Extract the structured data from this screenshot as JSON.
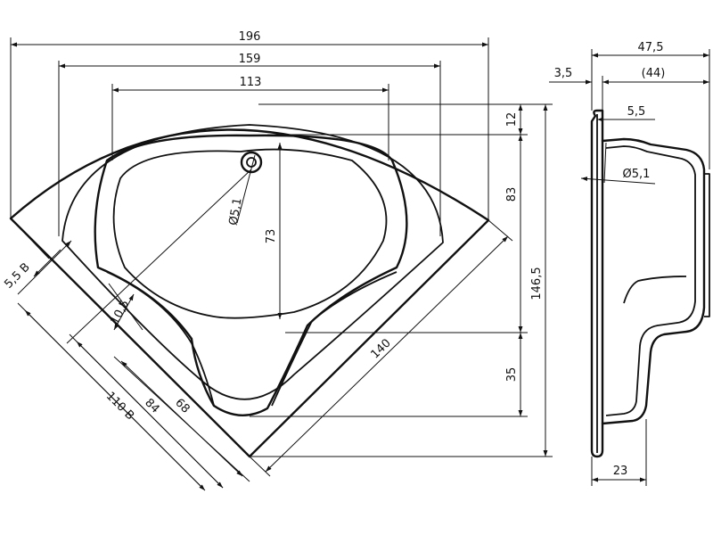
{
  "drawing": {
    "plan_view": {
      "dim_width_outer": "196",
      "dim_width_rim": "159",
      "dim_width_inner": "113",
      "dim_rim_top": "12",
      "dim_upper_depth": "83",
      "dim_total_depth": "146,5",
      "dim_lower_depth": "35",
      "dim_inner_depth": "73",
      "dim_drain": "Ø5,1",
      "dim_side_length": "140",
      "dim_edge_left": "5,5 B",
      "dim_step": "10,5",
      "dim_diag_outer": "110 B",
      "dim_diag_mid": "84",
      "dim_diag_inner": "68"
    },
    "side_view": {
      "dim_total_height": "47,5",
      "dim_rim_thickness": "3,5",
      "dim_height_inner": "(44)",
      "dim_wall": "5,5",
      "dim_drain": "Ø5,1",
      "dim_base": "23"
    }
  }
}
